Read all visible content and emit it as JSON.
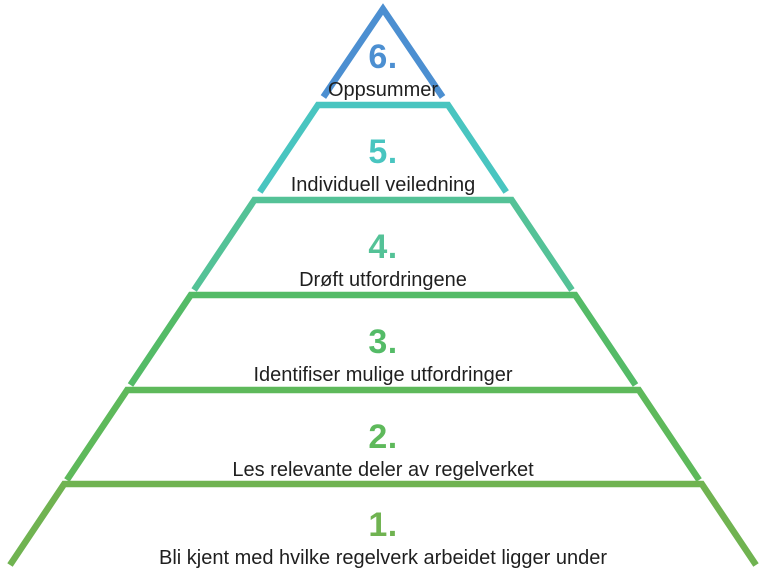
{
  "diagram": {
    "type": "pyramid",
    "background_color": "#ffffff",
    "label_text_color": "#1f1f1f",
    "levels": [
      {
        "number": "6.",
        "label": "Oppsummer",
        "color": "#4c8fd1"
      },
      {
        "number": "5.",
        "label": "Individuell veiledning",
        "color": "#49c5c0"
      },
      {
        "number": "4.",
        "label": "Drøft utfordringene",
        "color": "#54c297"
      },
      {
        "number": "3.",
        "label": "Identifiser mulige utfordringer",
        "color": "#54bb67"
      },
      {
        "number": "2.",
        "label": "Les relevante deler av regelverket",
        "color": "#5eb95b"
      },
      {
        "number": "1.",
        "label": "Bli kjent med hvilke regelverk arbeidet ligger under",
        "color": "#70b351"
      }
    ]
  }
}
